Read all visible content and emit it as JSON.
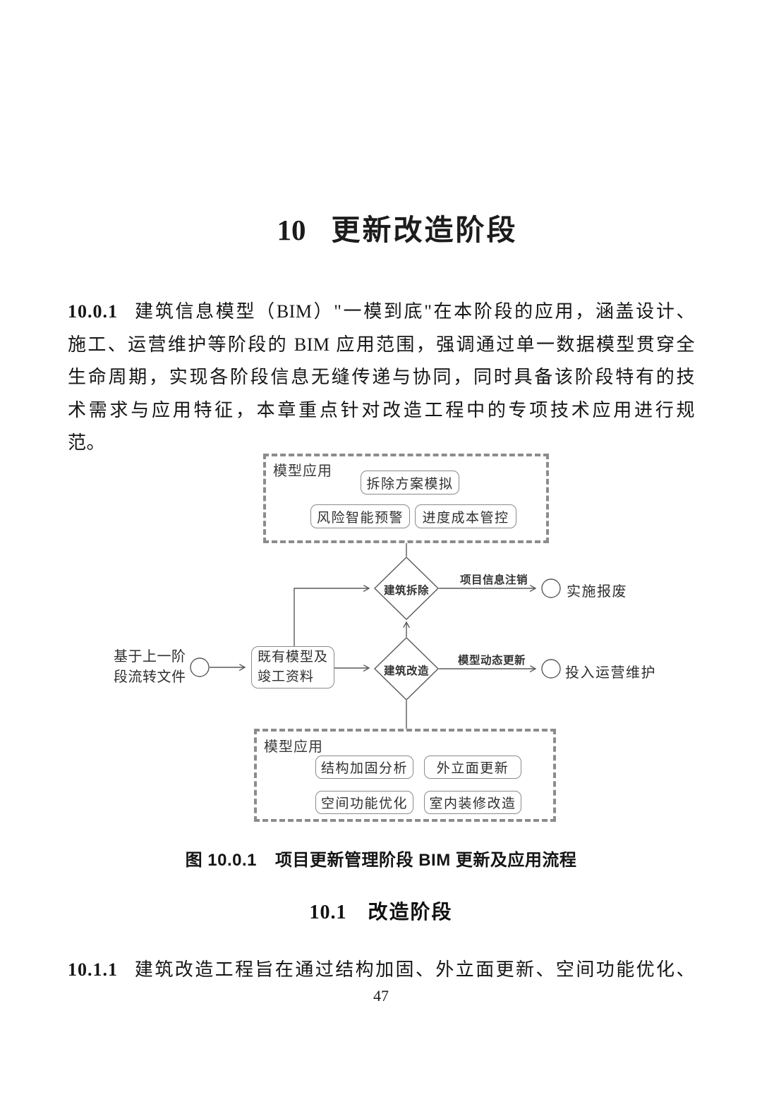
{
  "doc": {
    "chapter": {
      "number": "10",
      "title": "更新改造阶段"
    },
    "para1": {
      "number": "10.0.1",
      "lines": [
        "建筑信息模型（BIM）\"一模到底\"在本阶段的应用，涵盖设计、",
        "施工、运营维护等阶段的 BIM 应用范围，强调通过单一数据模型贯穿全",
        "生命周期，实现各阶段信息无缝传递与协同，同时具备该阶段特有的技",
        "术需求与应用特征，本章重点针对改造工程中的专项技术应用进行规",
        "范。"
      ]
    },
    "figure": {
      "caption_prefix": "图 10.0.1",
      "caption_text": "项目更新管理阶段 BIM 更新及应用流程"
    },
    "section": {
      "number": "10.1",
      "title": "改造阶段"
    },
    "para2": {
      "number": "10.1.1",
      "text": "建筑改造工程旨在通过结构加固、外立面更新、空间功能优化、"
    },
    "page_number": "47"
  },
  "diagram": {
    "top_group": {
      "label": "模型应用",
      "items": [
        "拆除方案模拟",
        "风险智能预警",
        "进度成本管控"
      ]
    },
    "bottom_group": {
      "label": "模型应用",
      "items": [
        "结构加固分析",
        "外立面更新",
        "空间功能优化",
        "室内装修改造"
      ]
    },
    "start_label": "基于上一阶\n段流转文件",
    "source_box": "既有模型及\n竣工资料",
    "decision1": "建筑拆除",
    "decision2": "建筑改造",
    "edge1": "项目信息注销",
    "edge2": "模型动态更新",
    "end1": "实施报废",
    "end2": "投入运营维护"
  },
  "colors": {
    "dashed_border": "#8c8c8c",
    "line": "#5a5a5a",
    "node_border": "#8a8a8a"
  }
}
